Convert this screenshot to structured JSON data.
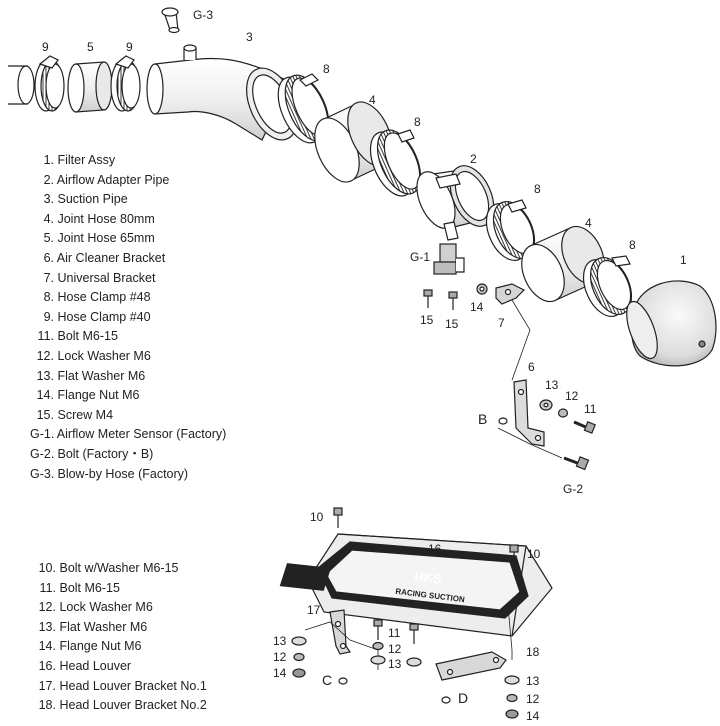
{
  "parts_list_top": [
    {
      "num": "1.",
      "label": "Filter Assy"
    },
    {
      "num": "2.",
      "label": "Airflow Adapter Pipe"
    },
    {
      "num": "3.",
      "label": "Suction Pipe"
    },
    {
      "num": "4.",
      "label": "Joint Hose 80mm"
    },
    {
      "num": "5.",
      "label": "Joint Hose 65mm"
    },
    {
      "num": "6.",
      "label": "Air Cleaner Bracket"
    },
    {
      "num": "7.",
      "label": "Universal Bracket"
    },
    {
      "num": "8.",
      "label": "Hose Clamp #48"
    },
    {
      "num": "9.",
      "label": "Hose Clamp #40"
    },
    {
      "num": "11.",
      "label": "Bolt M6-15"
    },
    {
      "num": "12.",
      "label": "Lock Washer M6"
    },
    {
      "num": "13.",
      "label": "Flat Washer M6"
    },
    {
      "num": "14.",
      "label": "Flange Nut M6"
    },
    {
      "num": "15.",
      "label": "Screw M4"
    },
    {
      "num": "G-1.",
      "label": "Airflow Meter Sensor (Factory)"
    },
    {
      "num": "G-2.",
      "label": "Bolt (Factory・B)"
    },
    {
      "num": "G-3.",
      "label": "Blow-by Hose (Factory)"
    }
  ],
  "parts_list_bottom": [
    {
      "num": "10.",
      "label": "Bolt w/Washer M6-15"
    },
    {
      "num": "11.",
      "label": "Bolt M6-15"
    },
    {
      "num": "12.",
      "label": "Lock Washer M6"
    },
    {
      "num": "13.",
      "label": "Flat Washer M6"
    },
    {
      "num": "14.",
      "label": "Flange Nut M6"
    },
    {
      "num": "16.",
      "label": "Head Louver"
    },
    {
      "num": "17.",
      "label": "Head Louver Bracket No.1"
    },
    {
      "num": "18.",
      "label": "Head Louver Bracket No.2"
    }
  ],
  "callouts": {
    "g3": "G-3",
    "c3": "3",
    "c9a": "9",
    "c5": "5",
    "c9b": "9",
    "c8a": "8",
    "c4a": "4",
    "c8b": "8",
    "c2": "2",
    "c8c": "8",
    "c4b": "4",
    "c8d": "8",
    "c1": "1",
    "g1": "G-1",
    "c15a": "15",
    "c15b": "15",
    "c14": "14",
    "c7": "7",
    "c6": "6",
    "c13": "13",
    "c12": "12",
    "c11": "11",
    "cB": "B",
    "g2": "G-2",
    "l10a": "10",
    "l16": "16",
    "l10b": "10",
    "l17": "17",
    "l11": "11",
    "l12": "12",
    "l13a": "13",
    "l12b": "12",
    "l14a": "14",
    "l13b": "13",
    "l18": "18",
    "l13c": "13",
    "l12c": "12",
    "l14b": "14",
    "lC": "C",
    "lD": "D"
  },
  "louver_logo": {
    "brand": "HKS",
    "model": "RACING SUCTION"
  },
  "colors": {
    "line": "#222222",
    "fill_light": "#ececec",
    "fill_mid": "#cfcfcf",
    "fill_dark": "#9a9a9a"
  }
}
